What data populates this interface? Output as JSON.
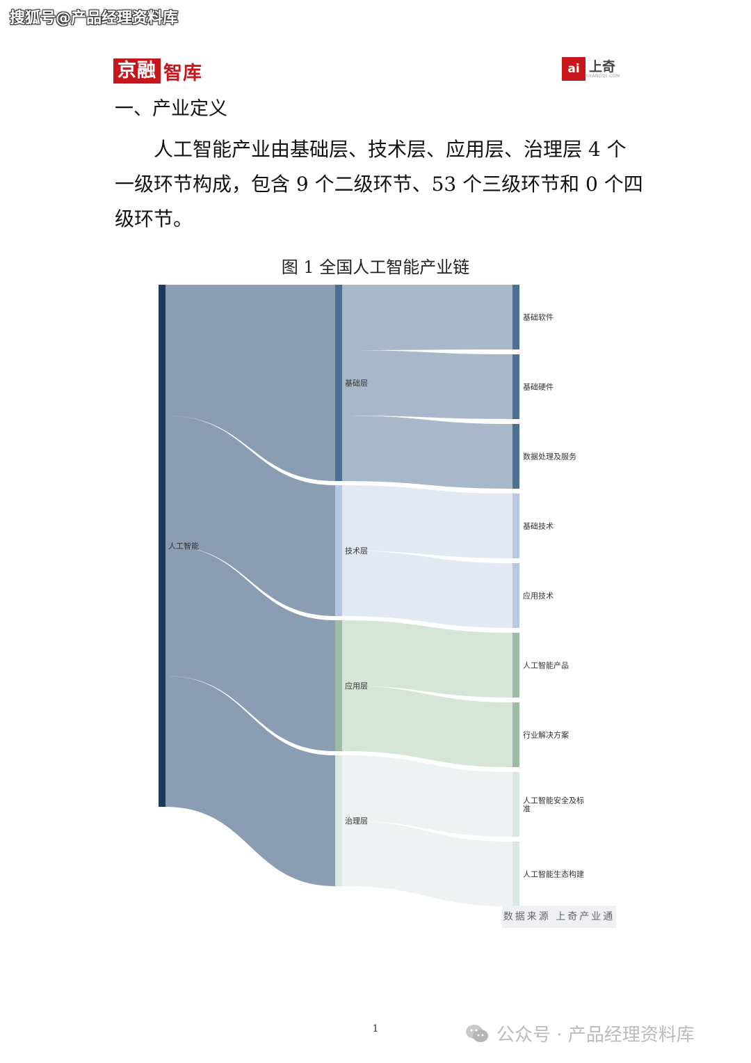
{
  "watermark_top": "搜狐号@产品经理资料库",
  "header": {
    "logo_left_red": "京融",
    "logo_left_text": "智库",
    "logo_right_mark": "ai",
    "logo_right_name": "上奇",
    "logo_right_sub": "SHANGQI.COM"
  },
  "section_title": "一、产业定义",
  "paragraph": "人工智能产业由基础层、技术层、应用层、治理层 4 个一级环节构成，包含 9 个二级环节、53 个三级环节和 0 个四级环节。",
  "figure_title": "图 1  全国人工智能产业链",
  "chart_data": {
    "type": "sankey",
    "nodes": {
      "root": "人工智能",
      "level1": [
        "基础层",
        "技术层",
        "应用层",
        "治理层"
      ],
      "level2": [
        "基础软件",
        "基础硬件",
        "数据处理及服务",
        "基础技术",
        "应用技术",
        "人工智能产品",
        "行业解决方案",
        "人工智能安全及标准",
        "人工智能生态构建"
      ]
    },
    "links": [
      {
        "source": "人工智能",
        "target": "基础层"
      },
      {
        "source": "人工智能",
        "target": "技术层"
      },
      {
        "source": "人工智能",
        "target": "应用层"
      },
      {
        "source": "人工智能",
        "target": "治理层"
      },
      {
        "source": "基础层",
        "target": "基础软件"
      },
      {
        "source": "基础层",
        "target": "基础硬件"
      },
      {
        "source": "基础层",
        "target": "数据处理及服务"
      },
      {
        "source": "技术层",
        "target": "基础技术"
      },
      {
        "source": "技术层",
        "target": "应用技术"
      },
      {
        "source": "应用层",
        "target": "人工智能产品"
      },
      {
        "source": "应用层",
        "target": "行业解决方案"
      },
      {
        "source": "治理层",
        "target": "人工智能安全及标准"
      },
      {
        "source": "治理层",
        "target": "人工智能生态构建"
      }
    ],
    "colors": {
      "root": "#1b3a5c",
      "root_flow": "#8a9db2",
      "基础层": "#4d6f95",
      "基础层_flow": "#a8b8ca",
      "技术层": "#b7c9e2",
      "技术层_flow": "#e2e9f3",
      "应用层": "#9dbca5",
      "应用层_flow": "#d5e5d8",
      "治理层": "#dbe7e3",
      "治理层_flow": "#eef2f2"
    }
  },
  "source_note": "数据来源 上奇产业通",
  "page_number": "1",
  "watermark_bottom": "公众号 · 产品经理资料库"
}
